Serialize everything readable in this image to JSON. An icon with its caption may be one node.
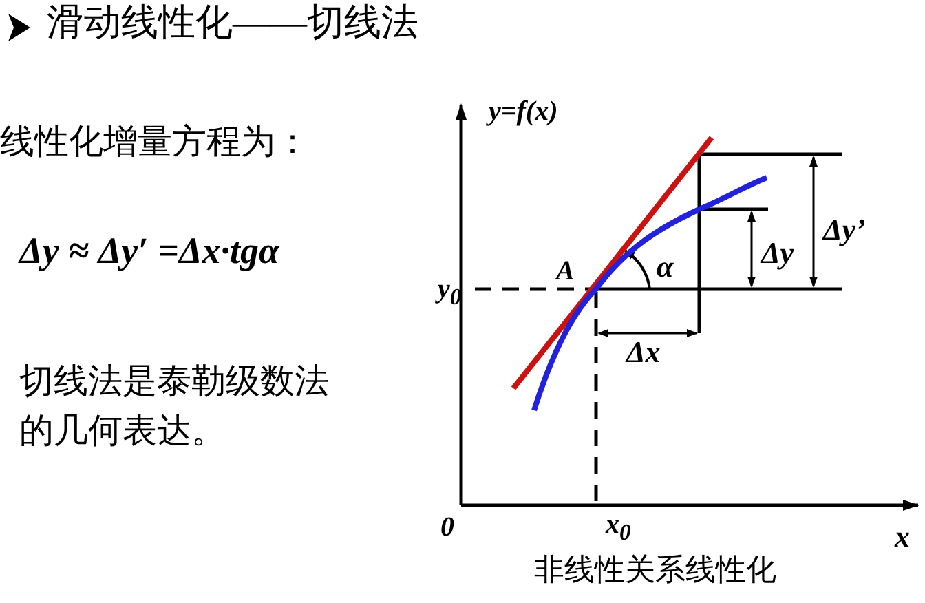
{
  "diagram": {
    "title": "滑动线性化——切线法",
    "caption": "非线性关系线性化",
    "labels": [
      "线性化增量方程为：",
      "y=f(x)",
      "Δy ≈ Δy′ =Δx·tgα",
      "Δy’",
      "A",
      "α",
      "Δy",
      "y$_{0}$",
      "Δx",
      "切线法是泰勒级数法的几何表达。",
      "0",
      "x$_{0}$",
      "x"
    ]
  }
}
